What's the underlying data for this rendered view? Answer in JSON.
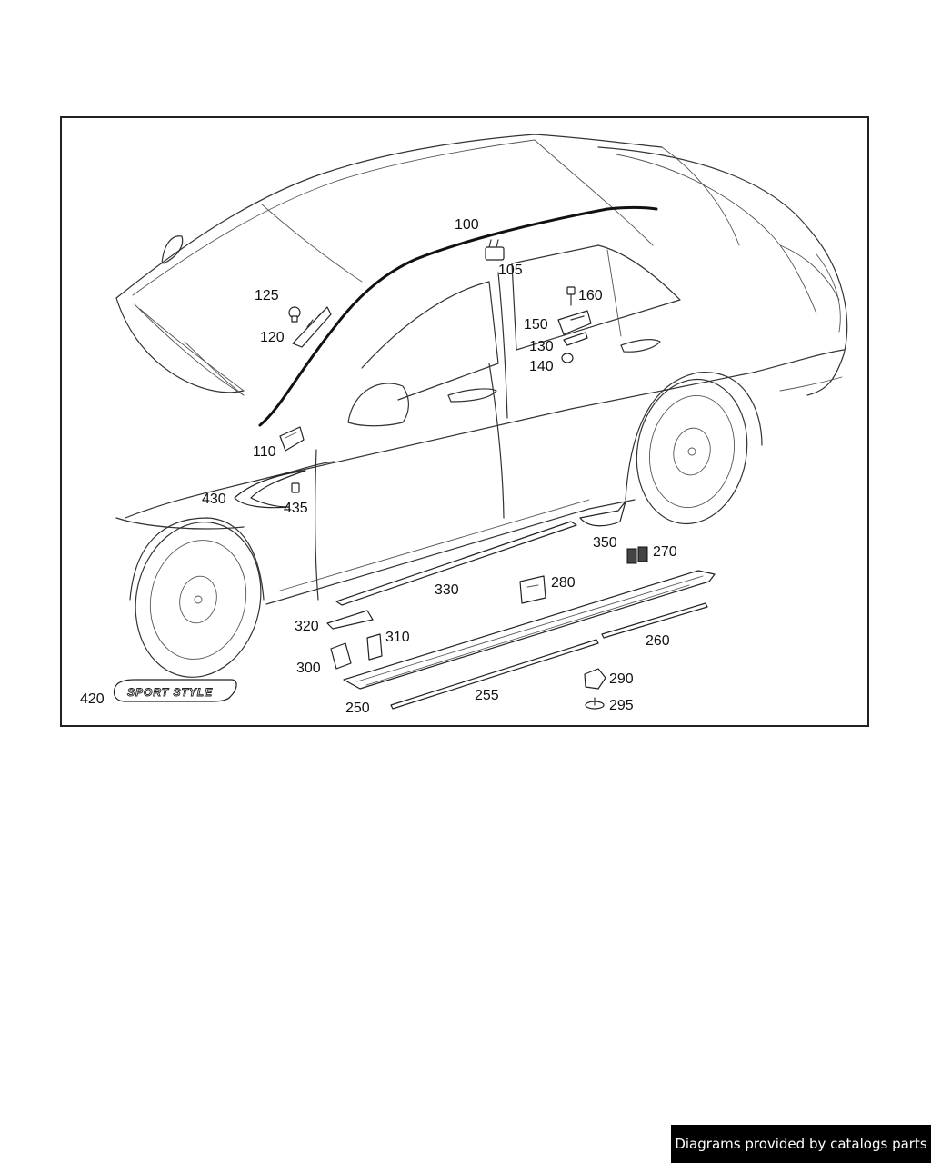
{
  "diagram": {
    "callouts": {
      "c100": "100",
      "c105": "105",
      "c110": "110",
      "c120": "120",
      "c125": "125",
      "c130": "130",
      "c140": "140",
      "c150": "150",
      "c160": "160",
      "c250": "250",
      "c255": "255",
      "c260": "260",
      "c270": "270",
      "c280": "280",
      "c290": "290",
      "c295": "295",
      "c300": "300",
      "c310": "310",
      "c320": "320",
      "c330": "330",
      "c350": "350",
      "c420": "420",
      "c430": "430",
      "c435": "435"
    },
    "badge_text": "SPORT STYLE"
  },
  "footer": {
    "credit": "Diagrams provided by catalogs parts"
  }
}
